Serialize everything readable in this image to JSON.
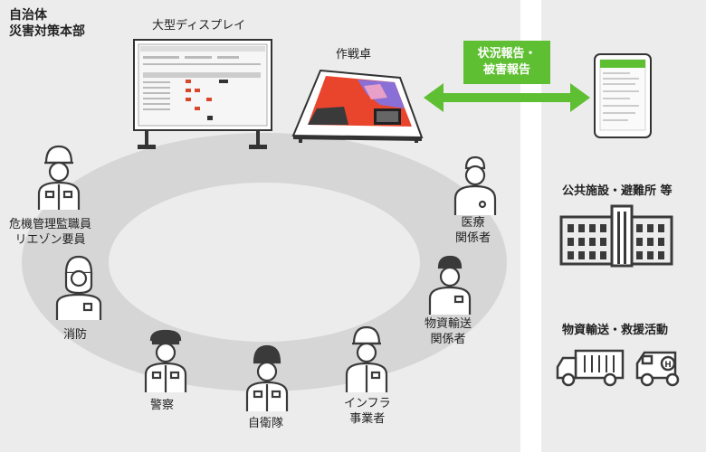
{
  "hq_title": [
    "自治体",
    "災害対策本部"
  ],
  "large_display_label": "大型ディスプレイ",
  "command_table_label": "作戦卓",
  "report_label": [
    "状況報告・",
    "被害報告"
  ],
  "facilities_label": "公共施設・避難所 等",
  "transport_label": "物資輸送・救援活動",
  "roles": {
    "crisis_manager": [
      "危機管理監職員",
      "リエゾン要員"
    ],
    "fire": [
      "消防"
    ],
    "police": [
      "警察"
    ],
    "sdf": [
      "自衛隊"
    ],
    "infrastructure": [
      "インフラ",
      "事業者"
    ],
    "supplies": [
      "物資輸送",
      "関係者"
    ],
    "medical": [
      "医療",
      "関係者"
    ]
  },
  "colors": {
    "panel_bg": "#ececec",
    "ring": "#d6d6d6",
    "accent_green": "#5fbf32",
    "icon_dark": "#3a3a3a"
  }
}
